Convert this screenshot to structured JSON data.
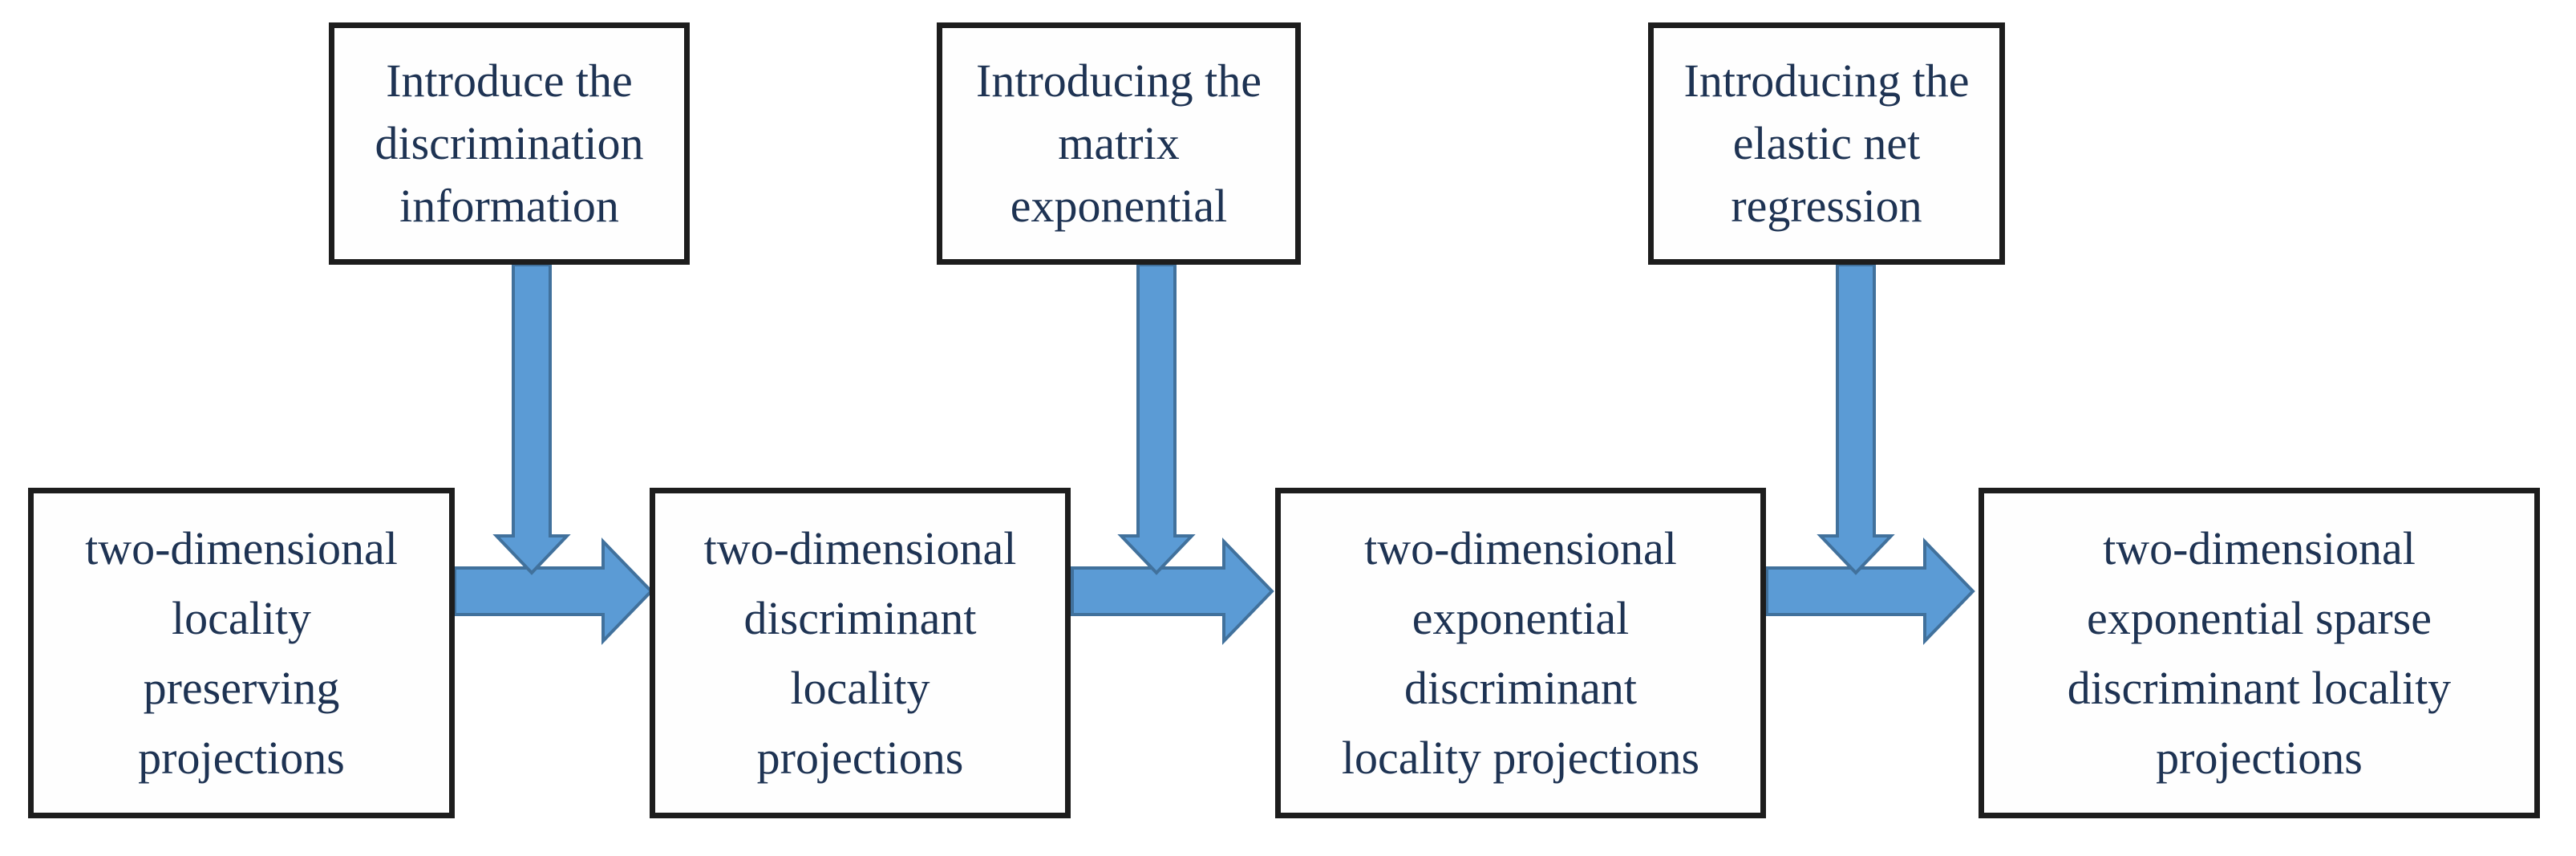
{
  "diagram": {
    "title": "evolution-of-two-dimensional-locality-projection-methods",
    "colors": {
      "background": "#ffffff",
      "box_fill": "#fefefe",
      "box_border": "#1d1d1d",
      "text_color": "#1e3353",
      "arrow_fill": "#5b9bd5",
      "arrow_stroke": "#41719c"
    },
    "top_boxes": [
      {
        "id": "introduce-discrimination-information",
        "lines": [
          "Introduce the",
          "discrimination",
          "information"
        ]
      },
      {
        "id": "introduce-matrix-exponential",
        "lines": [
          "Introducing the",
          "matrix",
          "exponential"
        ]
      },
      {
        "id": "introduce-elastic-net-regression",
        "lines": [
          "Introducing the",
          "elastic net",
          "regression"
        ]
      }
    ],
    "bottom_boxes": [
      {
        "id": "two-dimensional-locality-preserving-projections",
        "lines": [
          "two-dimensional",
          "locality",
          "preserving",
          "projections"
        ]
      },
      {
        "id": "two-dimensional-discriminant-locality-projections",
        "lines": [
          "two-dimensional",
          "discriminant",
          "locality",
          "projections"
        ]
      },
      {
        "id": "two-dimensional-exponential-discriminant-locality-projections",
        "lines": [
          "two-dimensional",
          "exponential",
          "discriminant",
          "locality projections"
        ]
      },
      {
        "id": "two-dimensional-exponential-sparse-discriminant-locality-projections",
        "lines": [
          "two-dimensional",
          "exponential sparse",
          "discriminant locality",
          "projections"
        ]
      }
    ]
  }
}
